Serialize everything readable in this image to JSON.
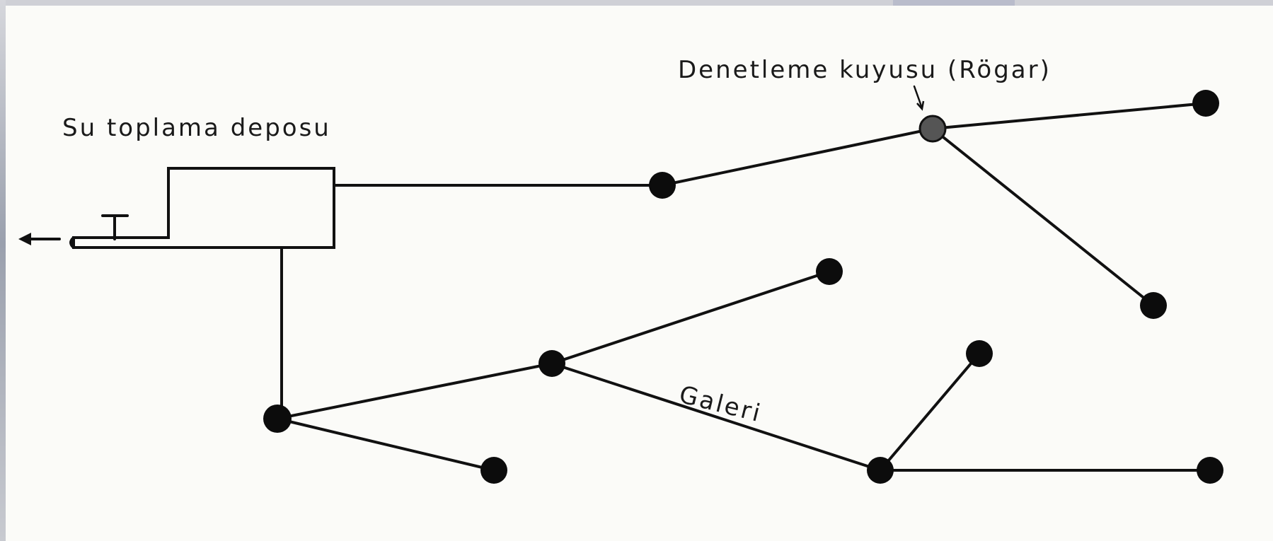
{
  "labels": {
    "collection_tank": "Su toplama deposu",
    "inspection_well": "Denetleme kuyusu (Rögar)",
    "gallery": "Galeri"
  }
}
